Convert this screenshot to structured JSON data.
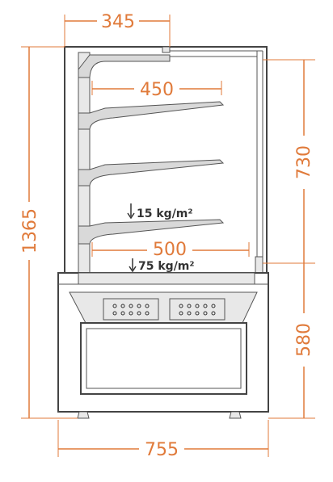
{
  "dimensions": {
    "top_depth": "345",
    "shelf_depth_upper": "450",
    "shelf_depth_lower": "500",
    "total_height": "1365",
    "glass_height": "730",
    "base_height": "580",
    "total_width": "755"
  },
  "loads": {
    "shelf_load": "15 kg/m²",
    "base_load": "75 kg/m²"
  },
  "colors": {
    "dimension": "#e07a3a",
    "outline": "#444444",
    "shelf_fill": "#d9d9d9"
  }
}
